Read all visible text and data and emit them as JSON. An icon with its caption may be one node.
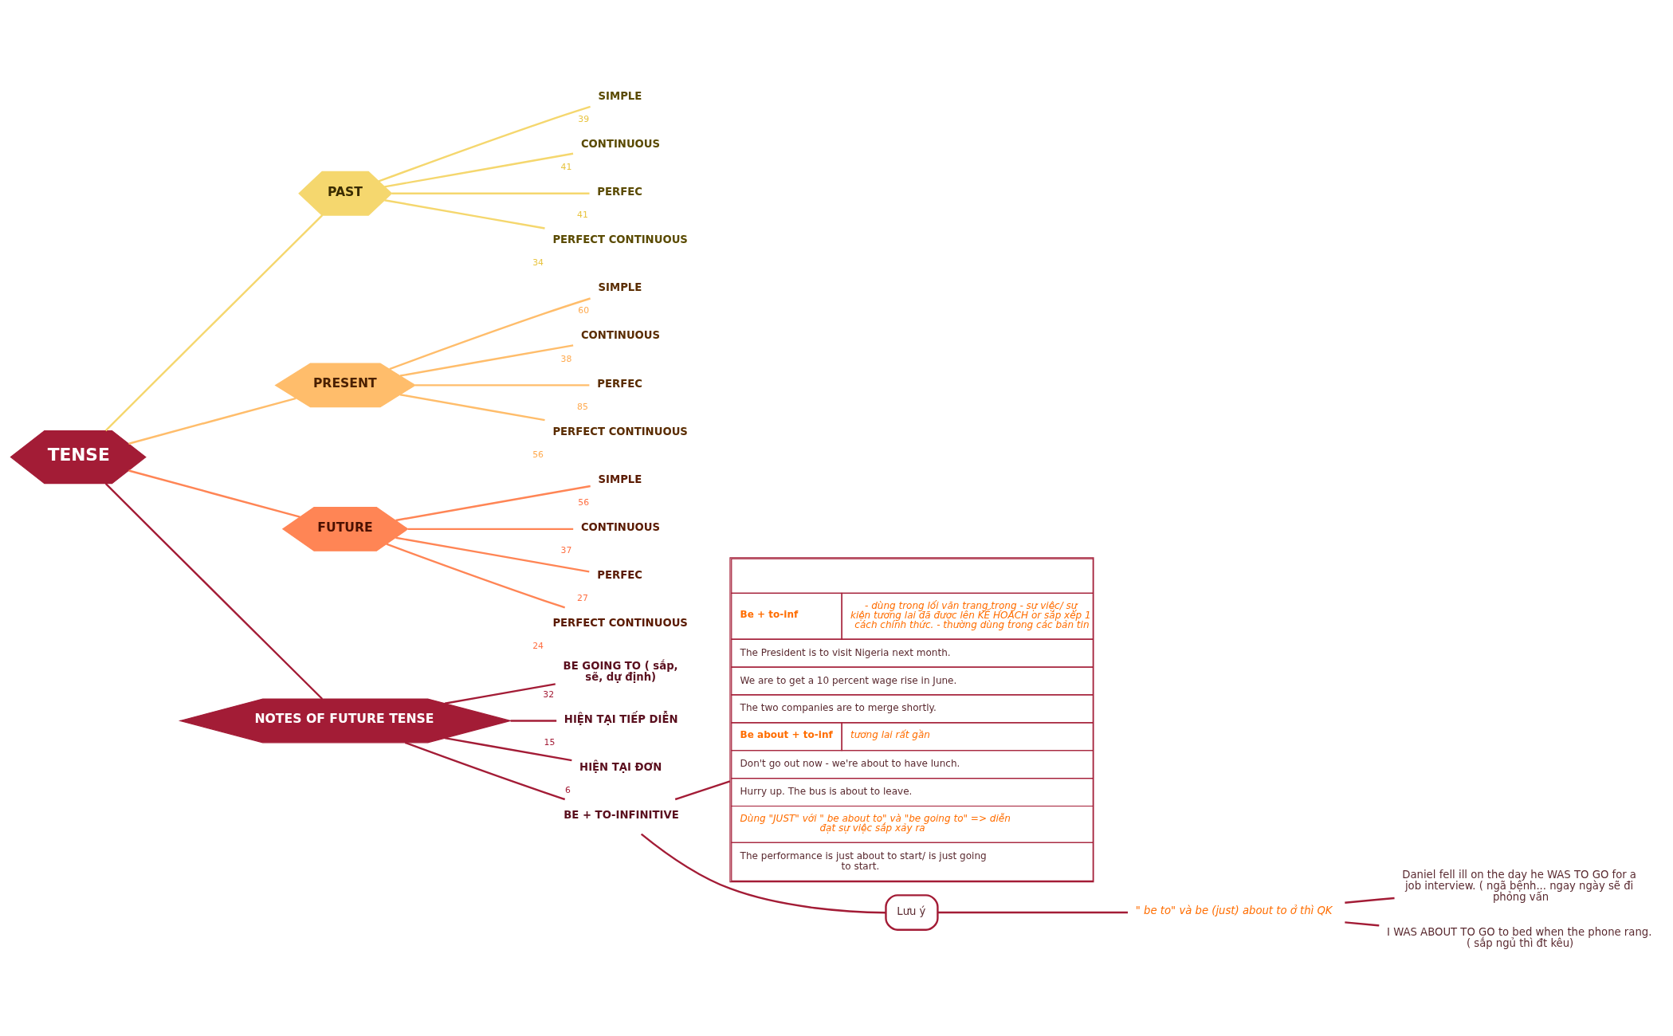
{
  "diagram": {
    "nodes": [
      {
        "text": [
          "TENSE"
        ]
      },
      {
        "text": [
          "PAST"
        ]
      },
      {
        "text": [
          "PRESENT"
        ]
      },
      {
        "text": [
          "FUTURE"
        ]
      },
      {
        "text": [
          "NOTES OF FUTURE TENSE"
        ]
      },
      {
        "text": [
          "SIMPLE"
        ],
        "beside": [
          "39"
        ]
      },
      {
        "text": [
          "CONTINUOUS"
        ],
        "beside": [
          "41"
        ]
      },
      {
        "text": [
          "PERFEC"
        ],
        "beside": [
          "41"
        ]
      },
      {
        "text": [
          "PERFECT CONTINUOUS"
        ],
        "beside": [
          "34"
        ]
      },
      {
        "text": [
          "SIMPLE"
        ],
        "beside": [
          "60"
        ]
      },
      {
        "text": [
          "CONTINUOUS"
        ],
        "beside": [
          "38"
        ]
      },
      {
        "text": [
          "PERFEC"
        ],
        "beside": [
          "85"
        ]
      },
      {
        "text": [
          "PERFECT CONTINUOUS"
        ],
        "beside": [
          "56"
        ]
      },
      {
        "text": [
          "SIMPLE"
        ],
        "beside": [
          "56"
        ]
      },
      {
        "text": [
          "CONTINUOUS"
        ],
        "beside": [
          "37"
        ]
      },
      {
        "text": [
          "PERFEC"
        ],
        "beside": [
          "27"
        ]
      },
      {
        "text": [
          "PERFECT CONTINUOUS"
        ],
        "beside": [
          "24"
        ]
      },
      {
        "text": [
          "BE GOING TO ( sắp, sẽ, dự định)"
        ],
        "beside": [
          "32"
        ]
      },
      {
        "text": [
          "HIỆN TẠI TIẾP DIỄN"
        ],
        "beside": [
          "15"
        ]
      },
      {
        "text": [
          "HIỆN TẠI ĐƠN"
        ],
        "beside": [
          "6"
        ]
      },
      {
        "text": [
          "BE + TO-INFINITIVE"
        ]
      },
      {
        "text": [
          "Be + to-inf",
          "- dùng trong lối văn trang trọng - sự việc/ sự kiện tương lai đã được lên KẾ HOẠCH or sắp xếp 1 cách chính thức. - thường dùng trong các bản tin",
          "The President is to visit Nigeria next month.",
          "We are to get a 10 percent wage rise in June.",
          "The two companies are to merge shortly.",
          "Be about + to-inf",
          "tương lai rất gần",
          "Don't go out now - we're about to have lunch.",
          "Hurry up. The bus is about to leave.",
          "Dùng \"JUST\" với \" be about to\" và \"be going to\" => diễn đạt sự việc sắp xảy ra",
          "The performance is just about to start/ is just going to start."
        ]
      },
      {
        "text": [
          "Lưu ý"
        ]
      },
      {
        "text": [
          "\" be to\" và be (just) about to ở thì QK"
        ]
      },
      {
        "text": [
          "Daniel fell ill on the day he WAS TO GO for a job interview. ( ngã bệnh... ngay ngày sẽ đi phỏng vấn"
        ]
      },
      {
        "text": [
          "I WAS ABOUT TO GO to bed when the phone rang. ( sắp ngủ thì đt kêu)"
        ]
      }
    ],
    "edges": [
      {
        "from": 0,
        "to": 1,
        "arrow": "none",
        "color": "#f5d76e"
      },
      {
        "from": 0,
        "to": 2,
        "arrow": "none",
        "color": "#ffbd6b"
      },
      {
        "from": 0,
        "to": 3,
        "arrow": "none",
        "color": "#ff8555"
      },
      {
        "from": 0,
        "to": 4,
        "arrow": "none"
      },
      {
        "from": 1,
        "to": 5,
        "arrow": "none",
        "color": "#f5d76e"
      },
      {
        "from": 1,
        "to": 6,
        "arrow": "none",
        "color": "#f5d76e"
      },
      {
        "from": 1,
        "to": 7,
        "arrow": "none",
        "color": "#f5d76e"
      },
      {
        "from": 1,
        "to": 8,
        "arrow": "none",
        "color": "#f5d76e"
      },
      {
        "from": 2,
        "to": 9,
        "arrow": "none",
        "color": "#ffbd6b"
      },
      {
        "from": 2,
        "to": 10,
        "arrow": "none",
        "color": "#ffbd6b"
      },
      {
        "from": 2,
        "to": 11,
        "arrow": "none",
        "color": "#ffbd6b"
      },
      {
        "from": 2,
        "to": 12,
        "arrow": "none",
        "color": "#ffbd6b"
      },
      {
        "from": 3,
        "to": 13,
        "arrow": "none",
        "color": "#ff8555"
      },
      {
        "from": 3,
        "to": 14,
        "arrow": "none",
        "color": "#ff8555"
      },
      {
        "from": 3,
        "to": 15,
        "arrow": "none",
        "color": "#ff8555"
      },
      {
        "from": 3,
        "to": 16,
        "arrow": "none",
        "color": "#ff8555"
      },
      {
        "from": 4,
        "to": 17,
        "arrow": "none"
      },
      {
        "from": 4,
        "to": 18,
        "arrow": "none"
      },
      {
        "from": 4,
        "to": 19,
        "arrow": "none"
      },
      {
        "from": 4,
        "to": 20,
        "arrow": "none"
      },
      {
        "from": 20,
        "to": 21,
        "arrow": "none"
      },
      {
        "from": 20,
        "to": 22,
        "arrow": "none"
      },
      {
        "from": 22,
        "to": 23,
        "arrow": "none"
      },
      {
        "from": 23,
        "to": 24,
        "arrow": "none"
      },
      {
        "from": 23,
        "to": 25,
        "arrow": "none"
      }
    ]
  }
}
